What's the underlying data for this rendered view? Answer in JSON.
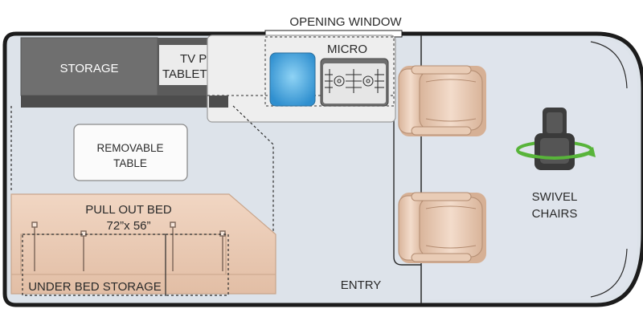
{
  "labels": {
    "opening_window": "OPENING WINDOW",
    "storage": "STORAGE",
    "tv_prep_line1": "TV PREP &",
    "tv_prep_line2": "TABLET HOLDER",
    "micro": "MICRO",
    "removable_table_line1": "REMOVABLE",
    "removable_table_line2": "TABLE",
    "pull_out_bed_line1": "PULL OUT BED",
    "pull_out_bed_line2": "72”x 56”",
    "under_bed_storage": "UNDER BED STORAGE",
    "entry": "ENTRY",
    "swivel_line1": "SWIVEL",
    "swivel_line2": "CHAIRS"
  },
  "icons": [
    "cooktop-icon",
    "microwave-icon",
    "seat-icon",
    "swivel-arrow-icon"
  ],
  "colors": {
    "floor": "#dde3ea",
    "body_outline": "#1c1c1c",
    "storage_dark": "#6b6b6b",
    "counter": "#f1f1f1",
    "bed": "#e9c9b3",
    "seat": "#e9ccb6",
    "swivel_green": "#58b43a",
    "cooktop_blue": "#4aa9dc"
  }
}
